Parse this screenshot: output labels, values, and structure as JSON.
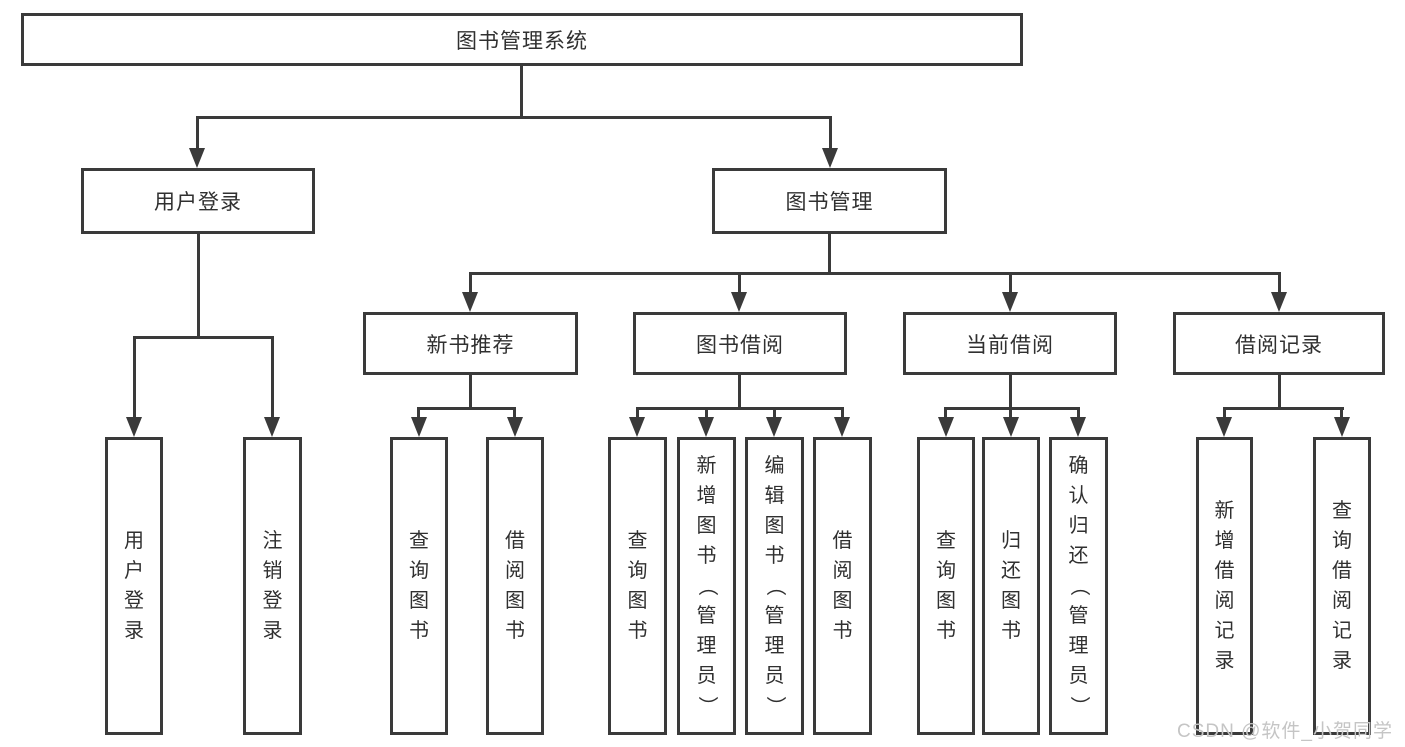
{
  "colors": {
    "line": "#3a3a3a",
    "text": "#303030",
    "background": "#ffffff",
    "watermark": "#c5c5c5"
  },
  "diagram": {
    "root": {
      "label": "图书管理系统"
    },
    "level1": {
      "user_login": {
        "label": "用户登录"
      },
      "book_management": {
        "label": "图书管理"
      }
    },
    "level2": {
      "new_books": {
        "label": "新书推荐"
      },
      "book_borrowing": {
        "label": "图书借阅"
      },
      "current_borrowing": {
        "label": "当前借阅"
      },
      "borrow_records": {
        "label": "借阅记录"
      }
    },
    "leaves": {
      "user_login": [
        "用户登录",
        "注销登录"
      ],
      "new_books": [
        "查询图书",
        "借阅图书"
      ],
      "book_borrowing": [
        "查询图书",
        "新增图书（管理员）",
        "编辑图书（管理员）",
        "借阅图书"
      ],
      "current_borrowing": [
        "查询图书",
        "归还图书",
        "确认归还（管理员）"
      ],
      "borrow_records": [
        "新增借阅记录",
        "查询借阅记录"
      ]
    }
  },
  "watermark": {
    "text": "CSDN @软件_小贺同学"
  }
}
